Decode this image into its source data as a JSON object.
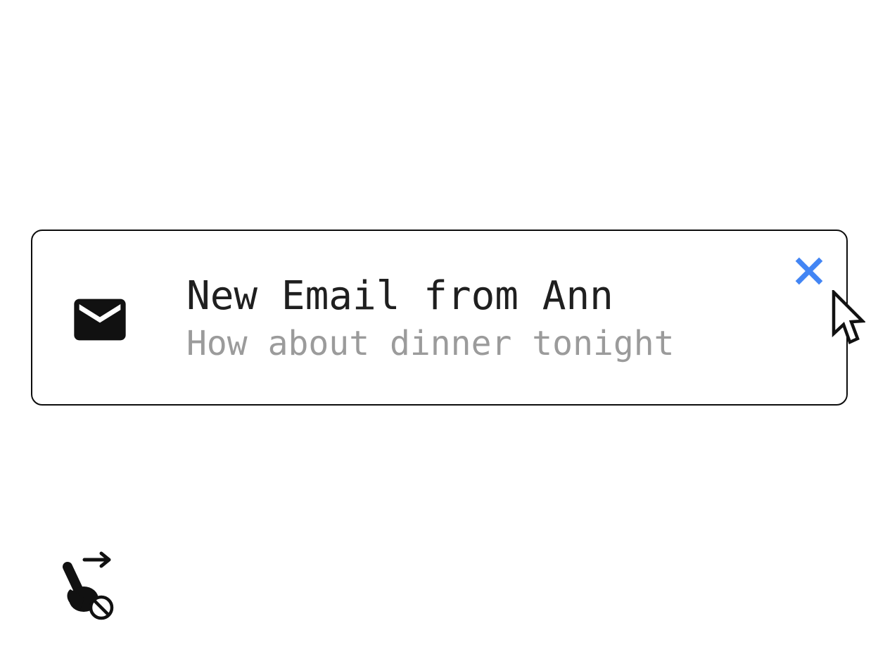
{
  "colors": {
    "background": "#ffffff",
    "card_border": "#0d0d0d",
    "text_primary": "#1f1f1f",
    "text_secondary": "#9b9b9b",
    "accent_blue": "#4285f4",
    "icon_black": "#111111"
  },
  "notification": {
    "title": "New Email from Ann",
    "subtitle": "How about dinner tonight",
    "icons": {
      "email_icon": "envelope",
      "close_icon": "x-dismiss"
    }
  },
  "overlay": {
    "cursor_icon": "arrow-pointer",
    "gesture_icon": "swipe-right-hand-blocked"
  }
}
